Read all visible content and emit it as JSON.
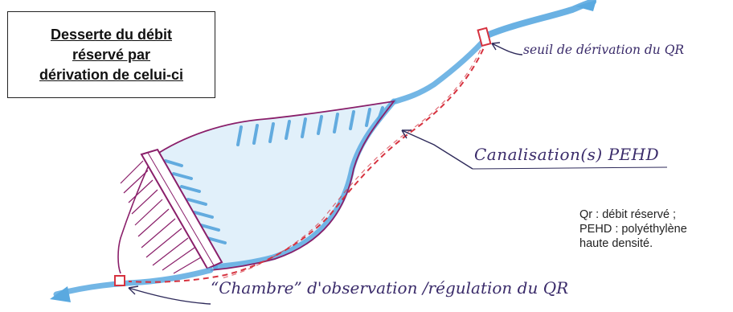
{
  "title": {
    "line1": "Desserte du débit",
    "line2": "réservé par",
    "line3": "dérivation de celui-ci"
  },
  "labels": {
    "seuil": "seuil de dérivation du QR",
    "canalisation": "Canalisation(s) PEHD",
    "chambre": "“Chambre” d'observation /régulation du QR"
  },
  "legend": {
    "line1": "Qr : débit réservé ;",
    "line2": "PEHD : polyéthylène",
    "line3": "haute densité."
  },
  "colors": {
    "river": "#5aa9e0",
    "ink": "#8a1f6a",
    "pipe": "#d6323f",
    "pointer": "#2e2a5a"
  }
}
